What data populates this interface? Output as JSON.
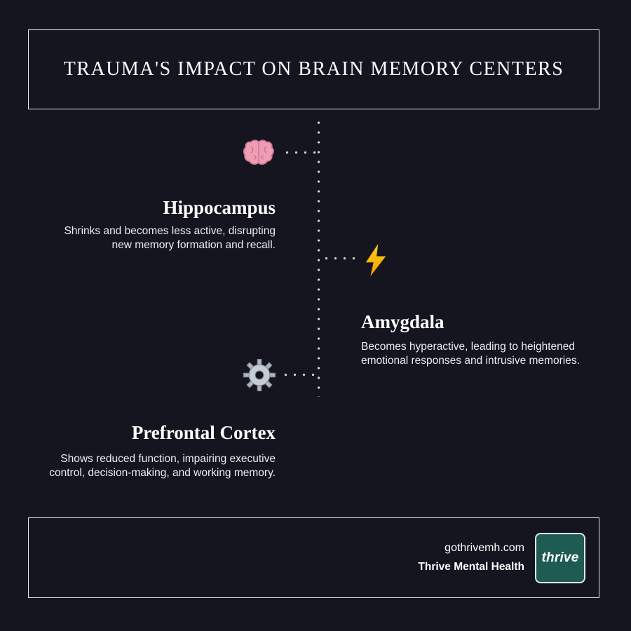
{
  "page": {
    "background_color": "#14151f",
    "border_color": "#e9e9e9",
    "logo_color": "#1d5b53"
  },
  "header": {
    "title": "TRAUMA'S IMPACT ON BRAIN MEMORY CENTERS"
  },
  "sections": [
    {
      "icon": "brain-icon",
      "title": "Hippocampus",
      "side": "left",
      "desc_lines": [
        "Shrinks and becomes less active, disrupting",
        "new memory formation and recall."
      ]
    },
    {
      "icon": "lightning-icon",
      "title": "Amygdala",
      "side": "right",
      "desc_lines": [
        "Becomes hyperactive, leading to heightened",
        "emotional responses and intrusive memories."
      ]
    },
    {
      "icon": "gear-icon",
      "title": "Prefrontal Cortex",
      "side": "left",
      "desc_lines": [
        "Shows reduced function, impairing executive",
        "control, decision-making, and working memory."
      ]
    }
  ],
  "footer": {
    "website": "gothrivemh.com",
    "company": "Thrive Mental Health",
    "logo_text": "thrive"
  }
}
